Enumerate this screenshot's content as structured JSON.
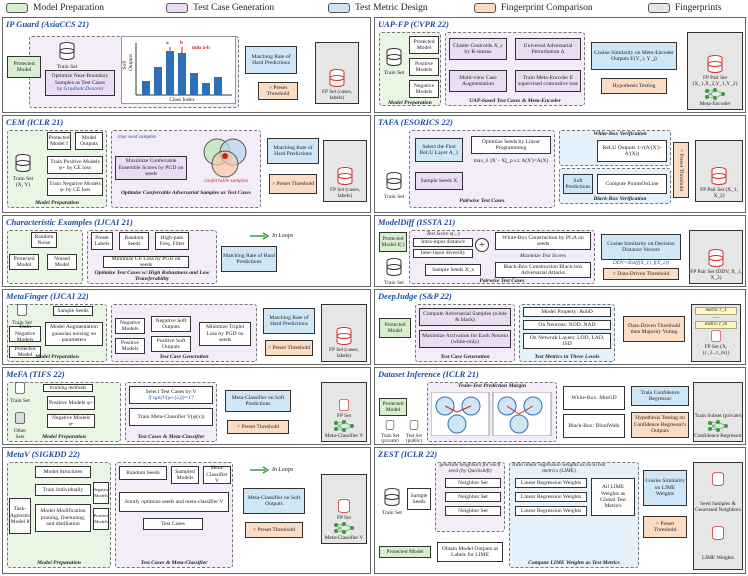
{
  "legend": {
    "items": [
      {
        "label": "Model Preparation",
        "color": "#d7efcf"
      },
      {
        "label": "Test Case Generation",
        "color": "#ebdcf3"
      },
      {
        "label": "Test Metric Design",
        "color": "#cfe6f7"
      },
      {
        "label": "Fingerprint Comparison",
        "color": "#fbdcc5"
      },
      {
        "label": "Fingerprints",
        "color": "#e6e6e6"
      }
    ]
  },
  "panels": {
    "ipguard": {
      "title": "IP Guard (AsiaCCS 21)",
      "protected": "Protected Model",
      "train": "Train Set",
      "optimize": "Optimize Near-Boundary Samples as Test Cases",
      "gd": "by Gradient Descent",
      "soft": "Soft Outputs",
      "class": "Class Index",
      "minab": "min a-b",
      "a": "a",
      "b": "b",
      "match": "Matching Rate of Hard Predictions",
      "thr": "> Preset Threshold",
      "fp": "FP Set (cases, labels)"
    },
    "uapfp": {
      "title": "UAP-FP (CVPR 22)",
      "train": "Train Set",
      "prot": "Protected Model",
      "pos": "Positive Models",
      "neg": "Negative Models",
      "cluster": "Cluster Centroids X_c by K-means",
      "uap": "Universal Adversarial Perturbation Δ",
      "mv": "Multi-view Case Augmentation",
      "meta": "Train Meta-Encoder E supervised contrastive loss",
      "cos": "Cosine Similarity on Meta-Encoder Outputs E(Y_i, Y_j)",
      "hyp": "Hypothesis Testing",
      "mp": "Model Preparation",
      "cap": "UAP-based Test Cases & Meta-Encoder",
      "fp": "FP Pair Set (X_1,X_2,Y_1,Y_2)",
      "me": "Meta-Encoder"
    },
    "cem": {
      "title": "CEM (ICLR 21)",
      "train": "Train Set (X, Y)",
      "prot": "Protected Model f",
      "outs": "Model Outputs",
      "tpos": "Train Positive Models φ+ by CE loss",
      "tneg": "Train Negative Models φ- by CE loss",
      "seeds": "true seed samples",
      "maxi": "Maximize Conferrable Ensemble Scores by PGD on seeds",
      "conf": "conferrable samples",
      "cap": "Optimize Conferrable Adversarial Samples as Test Cases",
      "mp": "Model Preparation",
      "match": "Matching Rate of Hard Predictions",
      "thr": "> Preset Threshold",
      "fp": "FP Set (cases, labels)"
    },
    "tafa": {
      "title": "TAFA (ESORICS 22)",
      "first": "Select the First ReLU Layer A_1",
      "opt": "Optimize Seeds by Linear Programming",
      "lp": "max_δ ||X' - X||_p s.t. A(X')=A(X)",
      "sample": "Sample Seeds X",
      "wb": "White-Box Verification",
      "relu": "ReLU Outputs 1-τ(A'(X')-A'(X))",
      "bb": "Black-Box Verification",
      "softp": "Soft Predictions",
      "comp": "Compute PointsOnLine",
      "thr": "> Preset Threshold",
      "cap": "Pairwise Test Cases",
      "train": "Train Set",
      "fp": "FP Pair Set (X_1, X_2)"
    },
    "ce": {
      "title": "Characteristic Examples (IJCAI 21)",
      "noise": "Random Noise",
      "prot": "Protected Model",
      "noised": "Noised Model",
      "preset": "Preset Labels",
      "rseeds": "Random Seeds",
      "hp": "High-pass Freq. Filter",
      "minimize": "Minimize CE Loss by PGD on seeds",
      "inloops": "In Loops",
      "cap": "Optimize Test Cases w/ High Robustness and Low Transferability",
      "match": "Matching Rate of Hard Predictions"
    },
    "modeldiff": {
      "title": "ModelDiff (ISSTA 21)",
      "prot": "Protected Model f(.)",
      "score": "Test Score s(.,.)",
      "intra": "Intra-input distance",
      "inter": "Inter-input diversity",
      "wbc": "White-Box Construction by PGA on seeds",
      "mts": "Maximize Test Scores",
      "sseeds": "Sample Seeds X_s",
      "bbc": "Black-Box Construction Black-box Adversarial Attacks",
      "cap": "Pairwise Test Cases",
      "cos": "Cosine Similarity on Decision Distance Vectors",
      "ddv": "DDV=dist(f(X_1), f(X_2))",
      "dt": "> Data-Driven Threshold",
      "train": "Train Set",
      "fp": "FP Pair Set (DDV, X_1, X_2)"
    },
    "metafinger": {
      "title": "MetaFinger (IJCAI 22)",
      "ts": "Train Set",
      "sseeds": "Sample Seeds",
      "tneg": "Train Negative Models",
      "prot": "Protected Model",
      "aug": "Model Augmentation gaussian noising on parameters",
      "negm": "Negative Models",
      "posm": "Positive Models",
      "nso": "Negative Soft Outputs",
      "pso": "Positive Soft Outputs",
      "triplet": "Minimize Triplet Loss by PGD on seeds",
      "mp": "Model Preparation",
      "cap": "Test Case Generation",
      "match": "Matching Rate of Hard Predictions",
      "thr": "> Preset Threshold",
      "fp": "FP Set (cases, labels)"
    },
    "deepjudge": {
      "title": "DeepJudge (S&P 22)",
      "prot": "Protected Model",
      "cas": "Compute Adversarial Samples (white & black)",
      "max": "Maximize Activation for Each Neuron (white-only)",
      "mp": "Model Property: RobD",
      "neuron": "On Neurons: NOD, NAD",
      "layer": "On Network Layers: LOD, LAD, JSD",
      "dd": "Data-Driven Threshold then Majority Voting",
      "cap1": "Test Case Generation",
      "cap2": "Test Metrics in Three Levels",
      "metric1": "metric r_1",
      "dots": "......",
      "metricm": "metric r_m",
      "fp": "FP Set (X, {r_1...r_m})"
    },
    "mefa": {
      "title": "MeFA (TIFS 22)",
      "ts": "Train Set",
      "tm": "training methods",
      "pos": "Positive Models φ+",
      "neg": "Negative Models φ-",
      "os": "Other Sets",
      "sel": "Select Test Cases by V",
      "selx": "if sgn(V(φ+(x)))=1?",
      "tmc": "Train Meta-Classifier V(φ(x))",
      "mcso": "Meta-Classifier on Soft Predictions",
      "thr": "> Preset Threshold",
      "mp": "Model Preparation",
      "cap": "Test Cases & Meta-Classifier",
      "fp": "FP Set",
      "mc": "Meta-Classifier V"
    },
    "di": {
      "title": "Dataset Inference (ICLR 21)",
      "tpm": "Train-Test Prediction Margin",
      "ts": "Train Set (private)",
      "tts": "Test Set (public)",
      "wb": "White-Box: MinGD",
      "bb": "Black-Box: BlindWalk",
      "tcr": "Train Confidence Regressor",
      "ht": "Hypothesis Testing on Confidence Regressor's Outputs",
      "prot": "Protected Model",
      "tsub": "Train Subset (private)",
      "cr": "Confidence Regressor"
    },
    "metav": {
      "title": "MetaV (SIGKDD 22)",
      "ms": "Model Structures",
      "ti": "Train Individually",
      "mm": "Model Modification pruning, finetuning, and distillation",
      "taskm": "Task-Agnostic Model θ",
      "negm": "Negative Models",
      "posm": "Positive Models",
      "rs": "Random Seeds",
      "sm": "Sampled Models",
      "mcv": "Meta-Classifier V",
      "jo": "Jointly optimize seeds and meta-classifier V",
      "tc": "Test Cases",
      "inloops": "In Loops",
      "mcso": "Meta-Classifier on Soft Outputs",
      "thr": "> Preset Threshold",
      "mp": "Model Preparation",
      "cap": "Test Cases & Meta-Classifier",
      "fp": "FP Set",
      "mc": "Meta-Classifier V"
    },
    "zest": {
      "title": "ZEST (ICLR 22)",
      "gen": "generate neighbors for each seed (by Quickshift)",
      "tlr": "train linear regression weights as local test metrics (LIME)",
      "ts": "Train Set",
      "ss": "Sample Seeds",
      "ns": "Neighbor Set",
      "lrw": "Linear Regression Weights",
      "all": "All LIME Weights as Global Test Metrics",
      "cos": "Cosine Similarity on LIME Weights",
      "thr": "> Preset Threshold",
      "prot": "Protected Model",
      "obt": "Obtain Model Outputs as Labels for LIME",
      "cap": "Compute LIME Weights as Test Metrics",
      "fp1": "Seed Samples & Generated Neighbors",
      "fp2": "LIME Weights"
    }
  }
}
